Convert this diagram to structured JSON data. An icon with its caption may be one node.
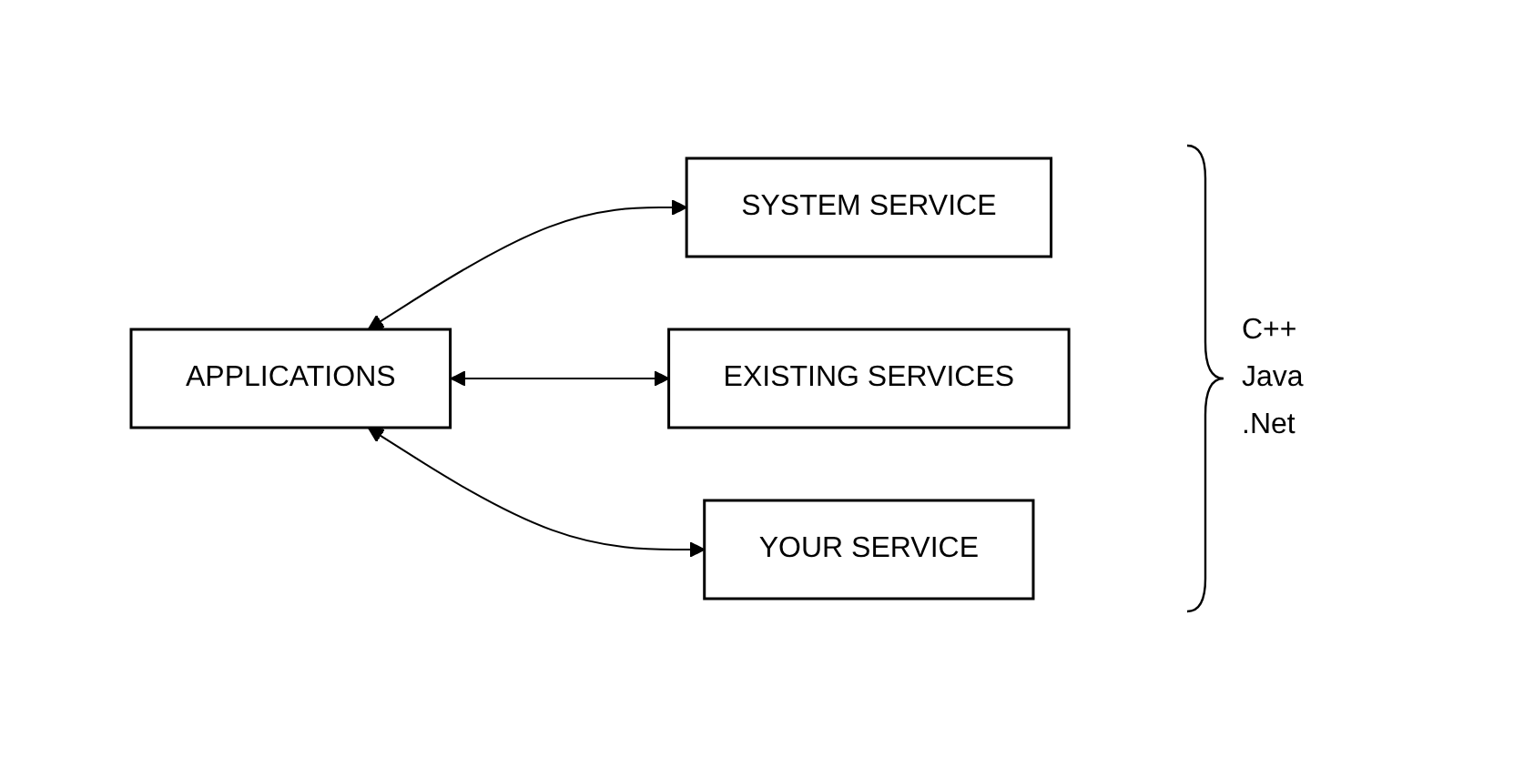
{
  "diagram": {
    "nodes": [
      {
        "text": [
          "APPLICATIONS"
        ]
      },
      {
        "text": [
          "SYSTEM SERVICE"
        ]
      },
      {
        "text": [
          "EXISTING SERVICES"
        ]
      },
      {
        "text": [
          "YOUR SERVICE"
        ]
      }
    ],
    "edges": [
      {
        "from": 0,
        "to": 1,
        "arrow": "both"
      },
      {
        "from": 0,
        "to": 2,
        "arrow": "both"
      },
      {
        "from": 0,
        "to": 3,
        "arrow": "both"
      }
    ],
    "labels": [
      "C++",
      "Java",
      ".Net"
    ]
  }
}
